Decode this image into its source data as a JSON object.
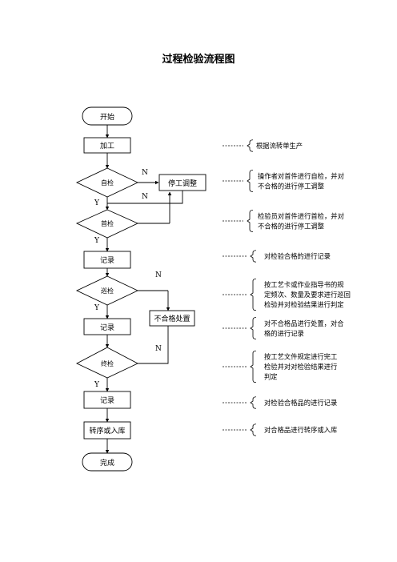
{
  "title": "过程检验流程图",
  "nodes": {
    "start": "开始",
    "process": "加工",
    "self_check": "自检",
    "stop_adjust": "停工调整",
    "first_check": "首检",
    "record1": "记录",
    "patrol_check": "巡检",
    "nonconform": "不合格处置",
    "record2": "记录",
    "final_check": "终检",
    "record3": "记录",
    "transfer": "转序或入库",
    "end": "完成"
  },
  "labels": {
    "n1": "N",
    "n2": "N",
    "y1": "Y",
    "y2": "Y",
    "n3": "N",
    "y3": "Y",
    "n4": "N",
    "y4": "Y"
  },
  "notes": [
    [
      "根据流转单生产"
    ],
    [
      "操作者对首件进行自检，并对",
      "不合格的进行停工调整"
    ],
    [
      "检验员对首件进行首检，并对",
      "不合格的进行停工调整"
    ],
    [
      "对检验合格的进行记录"
    ],
    [
      "按工艺卡或作业指导书的规",
      "定频次、数量及要求进行巡回",
      "检验并对检验结果进行判定"
    ],
    [
      "对不合格品进行处置，对合",
      "格的进行记录"
    ],
    [
      "按工艺文件规定进行完工",
      "检验并对对检验结果进行",
      "判定"
    ],
    [
      "对检验合格品的进行记录"
    ],
    [
      "对合格品进行转序或入库"
    ]
  ]
}
